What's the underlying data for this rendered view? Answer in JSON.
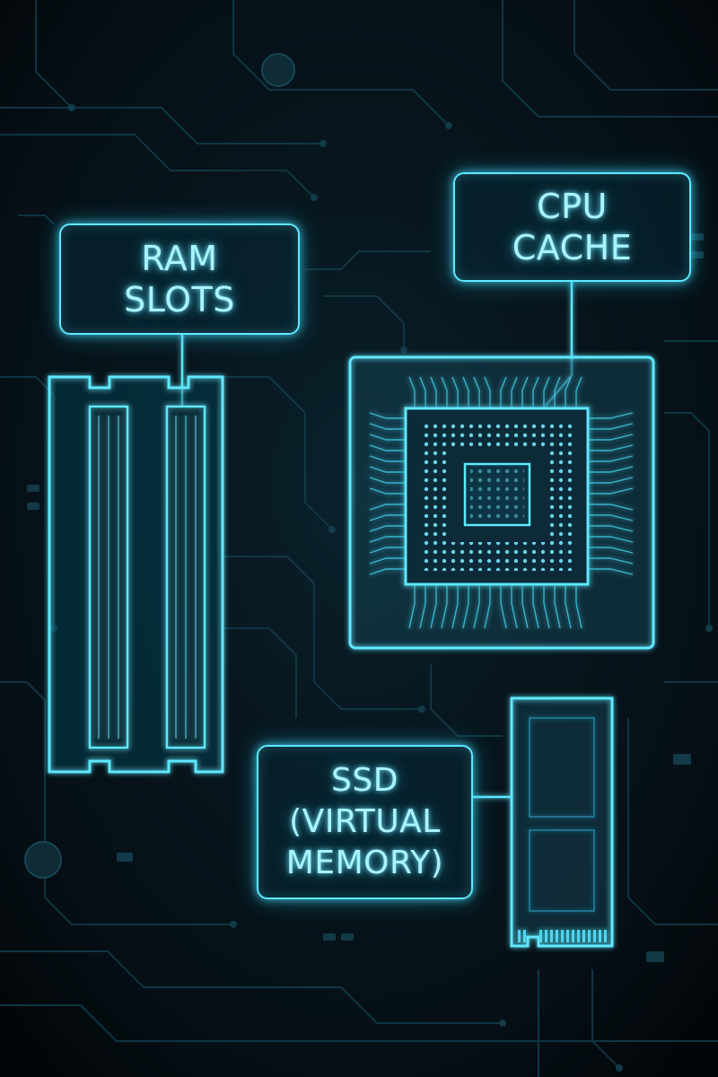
{
  "colors": {
    "background": "#061016",
    "trace": "#123a48",
    "glow": "#5ee8ff",
    "text": "#a9f4ff"
  },
  "labels": {
    "ram": [
      "RAM",
      "SLOTS"
    ],
    "cpu": [
      "CPU",
      "CACHE"
    ],
    "ssd": [
      "SSD",
      "(VIRTUAL",
      "MEMORY)"
    ]
  }
}
